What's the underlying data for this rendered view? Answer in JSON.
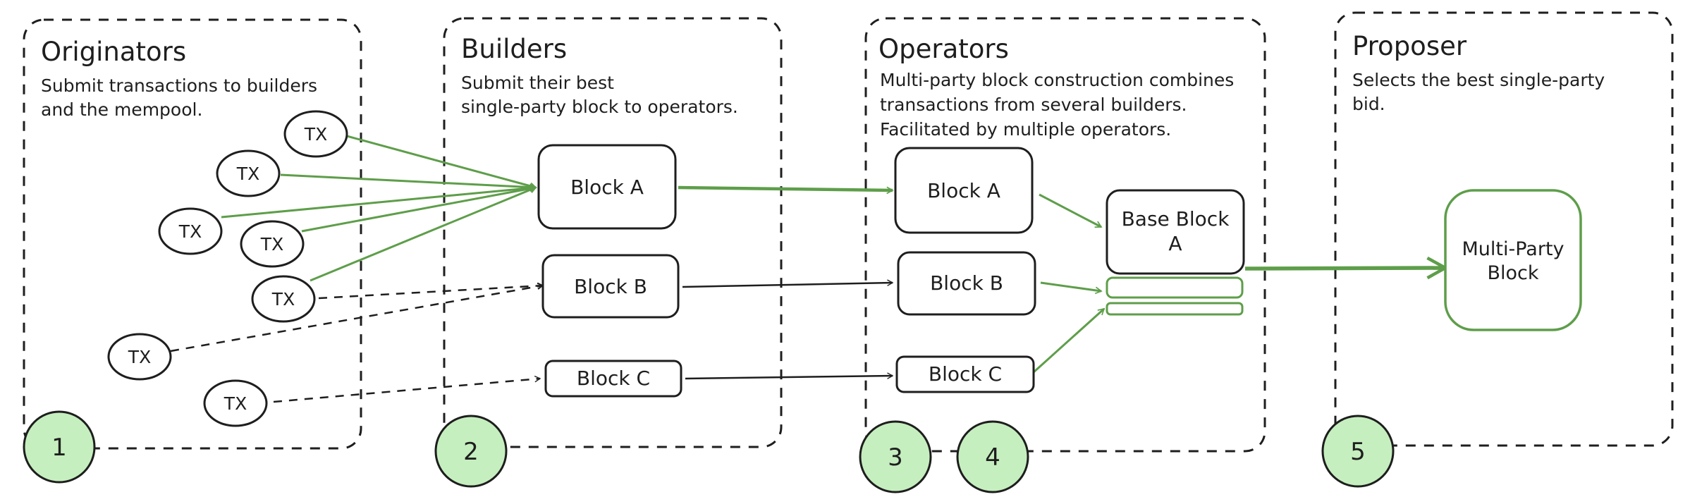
{
  "colors": {
    "stroke": "#1e1e1e",
    "green": "#5e9e4a",
    "badge_fill": "#c6efbf",
    "background": "#ffffff"
  },
  "columns": {
    "originators": {
      "title": "Originators",
      "lines": [
        "Submit transactions to builders",
        "and the mempool."
      ]
    },
    "builders": {
      "title": "Builders",
      "lines": [
        "Submit their best",
        "single-party block to operators."
      ]
    },
    "operators": {
      "title": "Operators",
      "lines": [
        "Multi-party block construction combines",
        "transactions from several builders.",
        "Facilitated by multiple operators."
      ]
    },
    "proposer": {
      "title": "Proposer",
      "lines": [
        "Selects the best single-party",
        "bid."
      ]
    }
  },
  "tx_label": "TX",
  "blocks": {
    "builder_a": "Block A",
    "builder_b": "Block B",
    "builder_c": "Block C",
    "operator_a": "Block A",
    "operator_b": "Block B",
    "operator_c": "Block C",
    "base_block": [
      "Base Block",
      "A"
    ],
    "multi_party": [
      "Multi-Party",
      "Block"
    ]
  },
  "badges": [
    "1",
    "2",
    "3",
    "4",
    "5"
  ],
  "icons": {
    "arrow": "arrowhead-icon"
  }
}
